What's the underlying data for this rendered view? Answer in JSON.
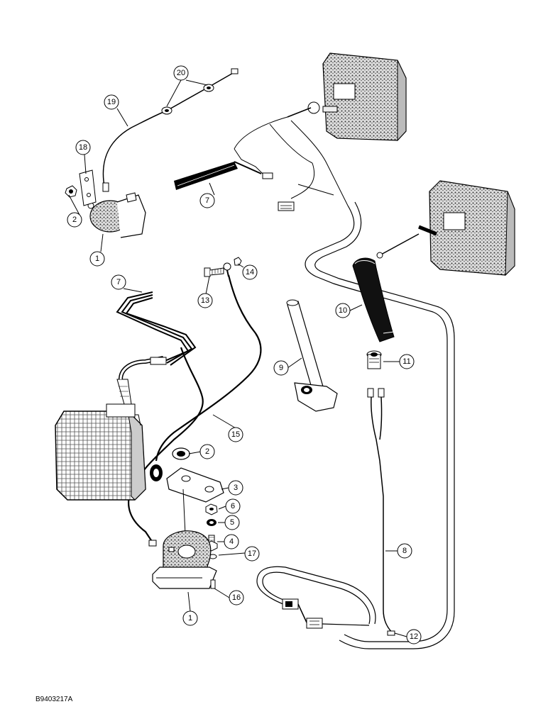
{
  "callouts": [
    "1",
    "2",
    "3",
    "4",
    "5",
    "6",
    "7",
    "8",
    "9",
    "10",
    "11",
    "12",
    "13",
    "14",
    "15",
    "16",
    "17",
    "18",
    "19",
    "20"
  ],
  "doc_code": "B9403217A"
}
